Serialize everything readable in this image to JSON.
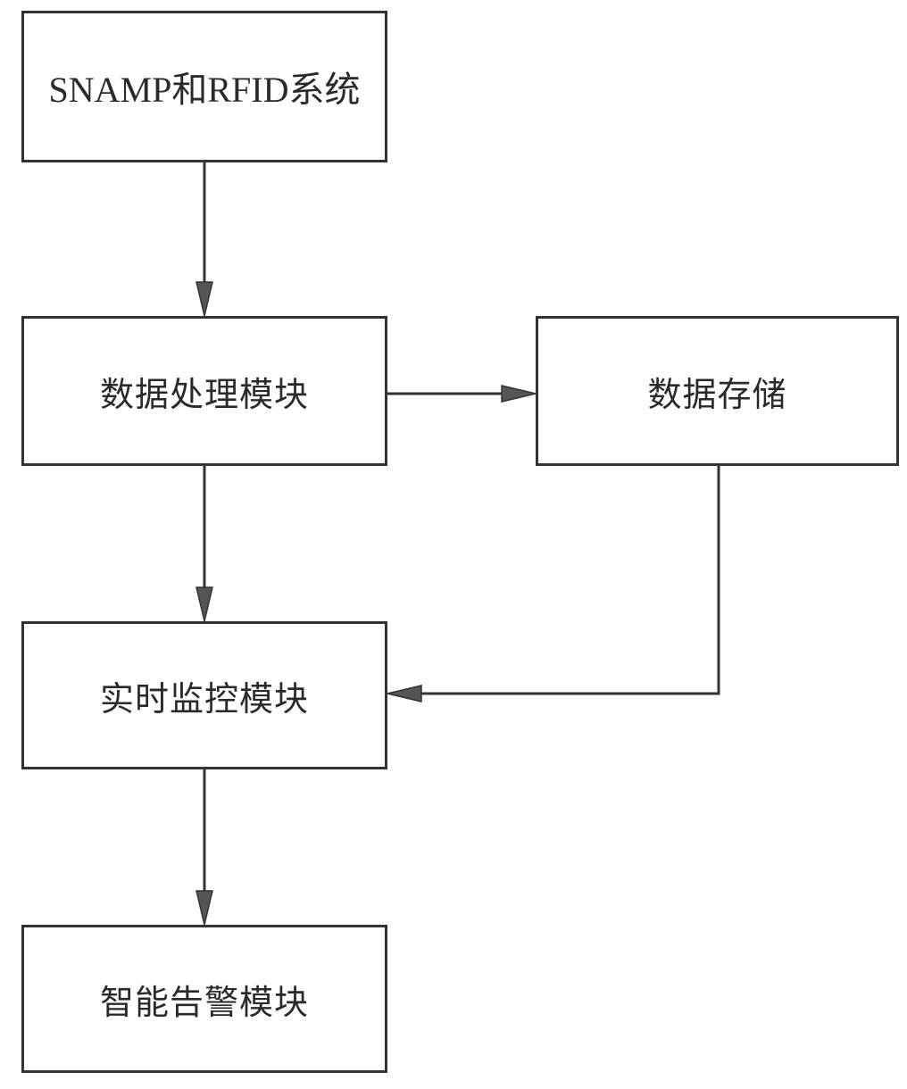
{
  "diagram": {
    "nodes": {
      "source": "SNAMP和RFID系统",
      "process": "数据处理模块",
      "storage": "数据存储",
      "monitor": "实时监控模块",
      "alarm": "智能告警模块"
    },
    "edges": [
      {
        "from": "source",
        "to": "process"
      },
      {
        "from": "process",
        "to": "storage"
      },
      {
        "from": "process",
        "to": "monitor"
      },
      {
        "from": "storage",
        "to": "monitor"
      },
      {
        "from": "monitor",
        "to": "alarm"
      }
    ],
    "colors": {
      "line": "#333333",
      "arrowhead": "#555555",
      "text": "#2a2a2a",
      "background": "#ffffff"
    }
  }
}
